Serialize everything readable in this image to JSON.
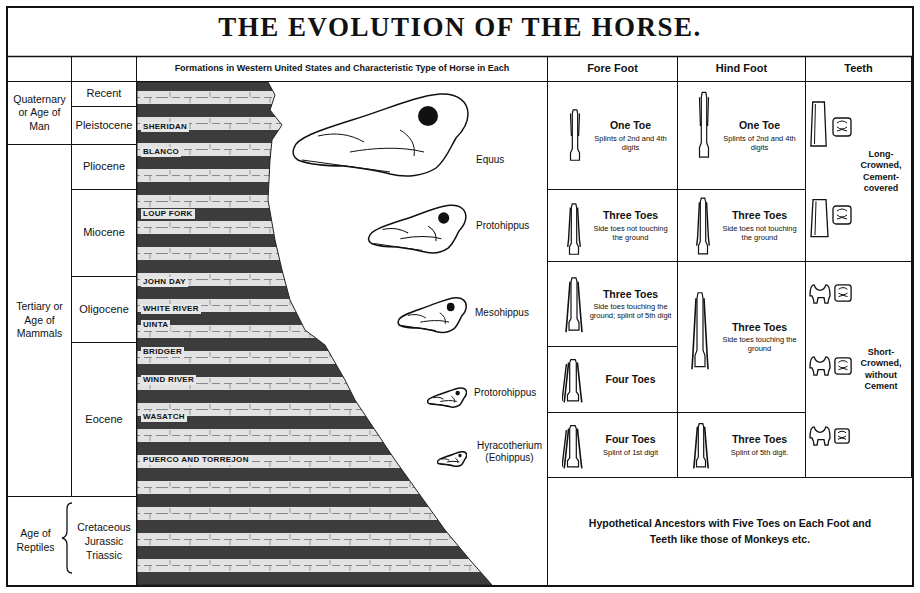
{
  "diagram": {
    "title": "THE EVOLUTION OF THE HORSE.",
    "nodes": [
      {
        "text": [
          "Formations in Western United States and Characteristic Type of Horse in Each"
        ]
      },
      {
        "text": [
          "Fore Foot"
        ]
      },
      {
        "text": [
          "Hind Foot"
        ]
      },
      {
        "text": [
          "Teeth"
        ]
      },
      {
        "text": [
          "Quaternary or Age of Man"
        ]
      },
      {
        "text": [
          "Recent"
        ]
      },
      {
        "text": [
          "Pleistocene"
        ]
      },
      {
        "text": [
          "Tertiary or Age of Mammals"
        ]
      },
      {
        "text": [
          "Pliocene"
        ]
      },
      {
        "text": [
          "Miocene"
        ]
      },
      {
        "text": [
          "Oligocene"
        ]
      },
      {
        "text": [
          "Eocene"
        ]
      },
      {
        "text": [
          "Age of Reptiles"
        ]
      },
      {
        "text": [
          "Cretaceous Jurassic Triassic"
        ]
      },
      {
        "text": [
          "One Toe",
          "Splints of 2nd and 4th digits"
        ]
      },
      {
        "text": [
          "One Toe",
          "Splints of 2nd and 4th digits"
        ]
      },
      {
        "text": [
          "Long-Crowned, Cement-covered"
        ]
      },
      {
        "text": [
          "Three Toes",
          "Side toes not touching the ground"
        ]
      },
      {
        "text": [
          "Three Toes",
          "Side toes not touching the ground"
        ]
      },
      {
        "text": [
          "Three Toes",
          "Side toes touching the ground; splint of 5th digit"
        ]
      },
      {
        "text": [
          "Three Toes",
          "Side toes touching the ground"
        ]
      },
      {
        "text": [
          "Short-Crowned, without Cement"
        ]
      },
      {
        "text": [
          "Four Toes"
        ]
      },
      {
        "text": [
          "Four Toes",
          "Splint of 1st digit"
        ]
      },
      {
        "text": [
          "Three Toes",
          "Splint of 5th digit."
        ]
      },
      {
        "text": [
          "Hypothetical Ancestors with Five Toes on Each Foot and Teeth like those of Monkeys etc."
        ]
      }
    ],
    "labels": [
      "SHERIDAN",
      "BLANCO",
      "LOUP FORK",
      "JOHN DAY",
      "WHITE RIVER",
      "UINTA",
      "BRIDGER",
      "WIND RIVER",
      "WASATCH",
      "PUERCO AND TORREJON",
      "Equus",
      "Protohippus",
      "Mesohippus",
      "Protorohippus",
      "Hyracotherium (Eohippus)"
    ]
  }
}
